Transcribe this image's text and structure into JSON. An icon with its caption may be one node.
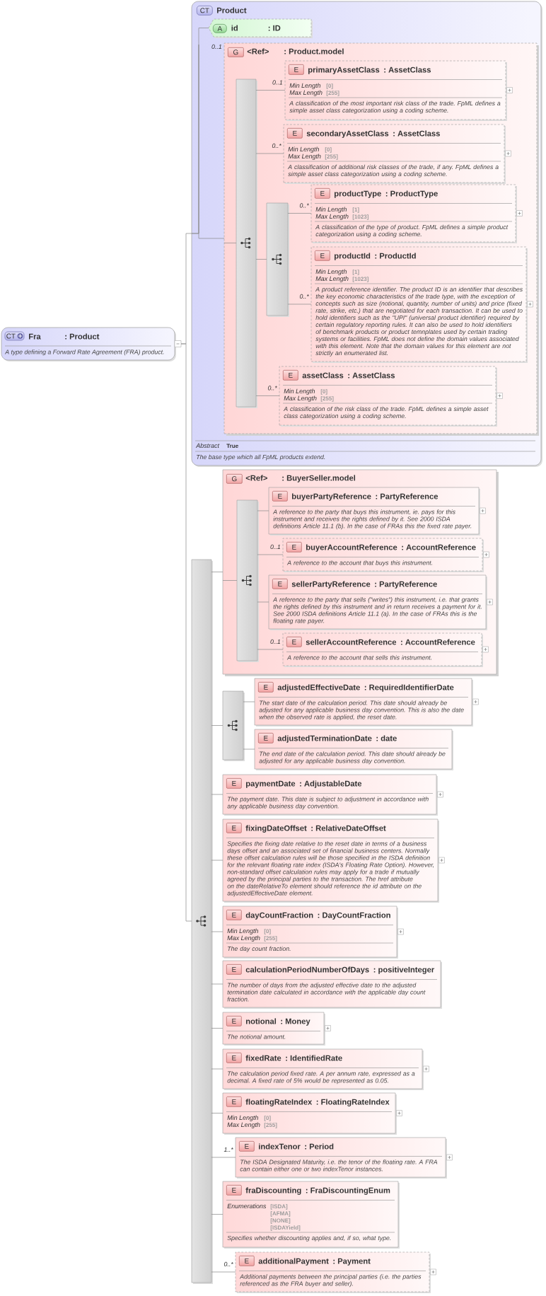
{
  "diagram": {
    "nodes": [
      {
        "text": [
          "CT",
          "Fra",
          ": Product",
          "A type defining a Forward Rate Agreement (FRA) product."
        ]
      },
      {
        "text": [
          "CT",
          "Product",
          "Abstract",
          "True",
          "The base type which all FpML products extend."
        ]
      },
      {
        "text": [
          "A",
          "id",
          ": ID"
        ],
        "in": 1
      },
      {
        "text": [
          "G",
          "<Ref>",
          ": Product.model"
        ],
        "in": 1
      },
      {
        "text": [],
        "shape": "bar",
        "in": 3
      },
      {
        "text": [
          "E",
          "primaryAssetClass",
          ": AssetClass",
          "Min Length",
          "[0]",
          "Max Length",
          "[255]",
          "A classification of the most important risk class of the trade. FpML defines a simple asset class categorization using a coding scheme."
        ],
        "in": 3
      },
      {
        "text": [
          "E",
          "secondaryAssetClass",
          ": AssetClass",
          "Min Length",
          "[0]",
          "Max Length",
          "[255]",
          "A classification of additional risk classes of the trade, if any. FpML defines a simple asset class categorization using a coding scheme."
        ],
        "in": 3
      },
      {
        "text": [],
        "shape": "bar",
        "in": 3
      },
      {
        "text": [
          "E",
          "productType",
          ": ProductType",
          "Min Length",
          "[1]",
          "Max Length",
          "[1023]",
          "A classification of the type of product. FpML defines a simple product categorization using a coding scheme."
        ],
        "in": 3
      },
      {
        "text": [
          "E",
          "productId",
          ": ProductId",
          "Min Length",
          "[1]",
          "Max Length",
          "[1023]",
          "A product reference identifier. The product ID is an identifier that describes the key economic characteristics of the trade type, with the exception of concepts such as size (notional, quantity, number of units) and price (fixed rate, strike, etc.) that are negotiated for each transaction. It can be used to hold identifiers such as the \"UPI\" (universal product identifier) required by certain regulatory reporting rules. It can also be used to hold identifiers of benchmark products or product temnplates used by certain trading systems or facilities. FpML does not define the domain values associated with this element. Note that the domain values for this element are not strictly an enumerated list."
        ],
        "in": 3
      },
      {
        "text": [
          "E",
          "assetClass",
          ": AssetClass",
          "Min Length",
          "[0]",
          "Max Length",
          "[255]",
          "A classification of the risk class of the trade. FpML defines a simple asset class categorization using a coding scheme."
        ],
        "in": 3
      },
      {
        "text": [],
        "shape": "bar"
      },
      {
        "text": [
          "G",
          "<Ref>",
          ": BuyerSeller.model"
        ]
      },
      {
        "text": [],
        "shape": "bar",
        "in": 12
      },
      {
        "text": [
          "E",
          "buyerPartyReference",
          ": PartyReference",
          "A reference to the party that buys this instrument, ie. pays for this instrument and receives the rights defined by it. See 2000 ISDA definitions Article 11.1 (b). In the case of FRAs this the fixed rate payer."
        ],
        "in": 12
      },
      {
        "text": [
          "E",
          "buyerAccountReference",
          ": AccountReference",
          "A reference to the account that buys this instrument."
        ],
        "in": 12
      },
      {
        "text": [
          "E",
          "sellerPartyReference",
          ": PartyReference",
          "A reference to the party that sells (\"writes\") this instrument, i.e. that grants the rights defined by this instrument and in return receives a payment for it. See 2000 ISDA definitions Article 11.1 (a). In the case of FRAs this is the floating rate payer."
        ],
        "in": 12
      },
      {
        "text": [
          "E",
          "sellerAccountReference",
          ": AccountReference",
          "A reference to the account that sells this instrument."
        ],
        "in": 12
      },
      {
        "text": [],
        "shape": "bar"
      },
      {
        "text": [
          "E",
          "adjustedEffectiveDate",
          ": RequiredIdentifierDate",
          "The start date of the calculation period. This date should already be adjusted for any applicable business day convention. This is also the date when the observed rate is applied, the reset date."
        ]
      },
      {
        "text": [
          "E",
          "adjustedTerminationDate",
          ": date",
          "The end date of the calculation period. This date should already be adjusted for any applicable business day convention."
        ]
      },
      {
        "text": [
          "E",
          "paymentDate",
          ": AdjustableDate",
          "The payment date. This date is subject to adjustment in accordance with any applicable business day convention."
        ]
      },
      {
        "text": [
          "E",
          "fixingDateOffset",
          ": RelativeDateOffset",
          "Specifies the fixing date relative to the reset date in terms of a business days offset and an associated set of financial business centers. Normally these offset calculation rules will be those specified in the ISDA definition for the relevant floating rate index (ISDA's Floating Rate Option). However, non-standard offset calculation rules may apply for a trade if mutually agreed by the principal parties to the transaction. The href attribute on the dateRelativeTo element should reference the id attribute on the adjustedEffectiveDate element."
        ]
      },
      {
        "text": [
          "E",
          "dayCountFraction",
          ": DayCountFraction",
          "Min Length",
          "[0]",
          "Max Length",
          "[255]",
          "The day count fraction."
        ]
      },
      {
        "text": [
          "E",
          "calculationPeriodNumberOfDays",
          ": positiveInteger",
          "The number of days from the adjusted effective date to the adjusted termination date calculated in accordance with the applicable day count fraction."
        ]
      },
      {
        "text": [
          "E",
          "notional",
          ": Money",
          "The notional amount."
        ]
      },
      {
        "text": [
          "E",
          "fixedRate",
          ": IdentifiedRate",
          "The calculation period fixed rate. A per annum rate, expressed as a decimal. A fixed rate of 5% would be represented as 0.05."
        ]
      },
      {
        "text": [
          "E",
          "floatingRateIndex",
          ": FloatingRateIndex",
          "Min Length",
          "[0]",
          "Max Length",
          "[255]"
        ]
      },
      {
        "text": [
          "E",
          "indexTenor",
          ": Period",
          "The ISDA Designated Maturity, i.e. the tenor of the floating rate. A FRA can contain either one or two indexTenor instances."
        ]
      },
      {
        "text": [
          "E",
          "fraDiscounting",
          ": FraDiscountingEnum",
          "Enumerations",
          "[ISDA]",
          "[AFMA]",
          "[NONE]",
          "[ISDAYield]",
          "Specifies whether discounting applies and, if so, what type."
        ]
      },
      {
        "text": [
          "E",
          "additionalPayment",
          ": Payment",
          "Additional payments between the principal parties (i.e. the parties referenced as the FRA buyer and seller)."
        ]
      }
    ],
    "edges": [
      {
        "from": 0,
        "to": 1,
        "arrow": "none"
      },
      {
        "from": 0,
        "to": 11,
        "arrow": "none"
      },
      {
        "from": 1,
        "to": 2,
        "arrow": "none"
      },
      {
        "from": 1,
        "to": 3,
        "arrow": "none",
        "label": "0..1"
      },
      {
        "from": 3,
        "to": 4,
        "arrow": "none"
      },
      {
        "from": 4,
        "to": 5,
        "arrow": "none",
        "label": "0..1"
      },
      {
        "from": 4,
        "to": 6,
        "arrow": "none",
        "label": "0..*"
      },
      {
        "from": 4,
        "to": 7,
        "arrow": "none"
      },
      {
        "from": 7,
        "to": 8,
        "arrow": "none",
        "label": "0..*"
      },
      {
        "from": 7,
        "to": 9,
        "arrow": "none",
        "label": "0..*"
      },
      {
        "from": 4,
        "to": 10,
        "arrow": "none",
        "label": "0..*"
      },
      {
        "from": 11,
        "to": 12,
        "arrow": "none"
      },
      {
        "from": 12,
        "to": 13,
        "arrow": "none"
      },
      {
        "from": 13,
        "to": 14,
        "arrow": "none"
      },
      {
        "from": 13,
        "to": 15,
        "arrow": "none",
        "label": "0..1"
      },
      {
        "from": 13,
        "to": 16,
        "arrow": "none"
      },
      {
        "from": 13,
        "to": 17,
        "arrow": "none",
        "label": "0..1"
      },
      {
        "from": 11,
        "to": 18,
        "arrow": "none"
      },
      {
        "from": 18,
        "to": 19,
        "arrow": "none"
      },
      {
        "from": 18,
        "to": 20,
        "arrow": "none"
      },
      {
        "from": 11,
        "to": 21,
        "arrow": "none"
      },
      {
        "from": 11,
        "to": 22,
        "arrow": "none"
      },
      {
        "from": 11,
        "to": 23,
        "arrow": "none"
      },
      {
        "from": 11,
        "to": 24,
        "arrow": "none"
      },
      {
        "from": 11,
        "to": 25,
        "arrow": "none"
      },
      {
        "from": 11,
        "to": 26,
        "arrow": "none"
      },
      {
        "from": 11,
        "to": 27,
        "arrow": "none"
      },
      {
        "from": 11,
        "to": 28,
        "arrow": "none",
        "label": "1..*"
      },
      {
        "from": 11,
        "to": 29,
        "arrow": "none"
      },
      {
        "from": 11,
        "to": 30,
        "arrow": "none",
        "label": "0..*"
      }
    ]
  }
}
